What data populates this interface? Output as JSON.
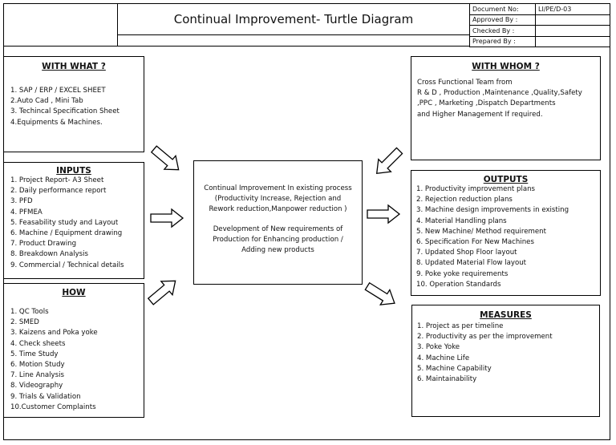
{
  "header": {
    "title": "Continual Improvement- Turtle Diagram",
    "meta": [
      {
        "label": "Document No:",
        "value": "LI/PE/D-03"
      },
      {
        "label": "Approved By :",
        "value": ""
      },
      {
        "label": "Checked By :",
        "value": ""
      },
      {
        "label": "Prepared By :",
        "value": ""
      }
    ]
  },
  "with_what": {
    "title": "WITH WHAT ?",
    "items": [
      "1. SAP / ERP / EXCEL SHEET",
      "2.Auto Cad , Mini Tab",
      "3. Techincal Specification Sheet",
      "4.Equipments & Machines."
    ]
  },
  "inputs": {
    "title": "INPUTS",
    "items": [
      "1. Project Report- A3 Sheet",
      "2. Daily  performance report",
      "3. PFD",
      "4. PFMEA",
      "5. Feasability study and Layout",
      "6. Machine / Equipment drawing",
      "7. Product Drawing",
      "8. Breakdown Analysis",
      "9. Commercial / Technical details"
    ]
  },
  "how": {
    "title": "HOW",
    "items": [
      "1. QC Tools",
      "2. SMED",
      "3. Kaizens and Poka yoke",
      "4. Check sheets",
      "5. Time Study",
      "6. Motion Study",
      "7. Line Analysis",
      "8. Videography",
      "9. Trials & Validation",
      "10.Customer Complaints"
    ]
  },
  "with_whom": {
    "title": "WITH WHOM ?",
    "lines": [
      "Cross Functional Team from",
      "R & D , Production ,Maintenance ,Quality,Safety",
      ",PPC , Marketing ,Dispatch Departments",
      "and Higher Management If required."
    ]
  },
  "outputs": {
    "title": "OUTPUTS",
    "items": [
      "1. Productivity improvement plans",
      "2. Rejection reduction plans",
      "3. Machine design improvements in existing",
      "4. Material Handling plans",
      "5. New Machine/ Method requirement",
      "6. Specification For New Machines",
      "7. Updated Shop Floor layout",
      "8. Updated Material Flow layout",
      "9. Poke yoke requirements",
      "10. Operation Standards"
    ]
  },
  "measures": {
    "title": "MEASURES",
    "items": [
      "1. Project as per timeline",
      "2. Productivity as per the improvement",
      "3. Poke Yoke",
      "4. Machine Life",
      "5. Machine Capability",
      "6. Maintainability"
    ]
  },
  "process": {
    "lines_a": [
      "Continual Improvement In existing process",
      "(Productivity Increase, Rejection and",
      "Rework reduction,Manpower reduction )"
    ],
    "lines_b": [
      "Development of New requirements  of",
      "Production for Enhancing production /",
      "Adding new products"
    ]
  }
}
